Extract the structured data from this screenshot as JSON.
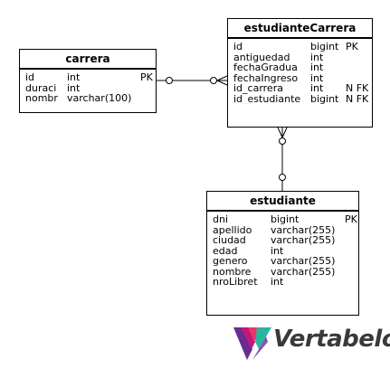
{
  "entities": {
    "carrera": {
      "title": "carrera",
      "columns": [
        {
          "name": "id",
          "type": "int",
          "key": "PK"
        },
        {
          "name": "duraci",
          "type": "int",
          "key": ""
        },
        {
          "name": "nombr",
          "type": "varchar(100)",
          "key": ""
        }
      ]
    },
    "estudianteCarrera": {
      "title": "estudianteCarrera",
      "columns": [
        {
          "name": "id",
          "type": "bigint",
          "key": "PK"
        },
        {
          "name": "antiguedad",
          "type": "int",
          "key": ""
        },
        {
          "name": "fechaGradua",
          "type": "int",
          "key": ""
        },
        {
          "name": "fechaIngreso",
          "type": "int",
          "key": ""
        },
        {
          "name": "id_carrera",
          "type": "int",
          "key": "N FK"
        },
        {
          "name": "id_estudiante",
          "type": "bigint",
          "key": "N FK"
        }
      ]
    },
    "estudiante": {
      "title": "estudiante",
      "columns": [
        {
          "name": "dni",
          "type": "bigint",
          "key": "PK"
        },
        {
          "name": "apellido",
          "type": "varchar(255)",
          "key": ""
        },
        {
          "name": "ciudad",
          "type": "varchar(255)",
          "key": ""
        },
        {
          "name": "edad",
          "type": "int",
          "key": ""
        },
        {
          "name": "genero",
          "type": "varchar(255)",
          "key": ""
        },
        {
          "name": "nombre",
          "type": "varchar(255)",
          "key": ""
        },
        {
          "name": "nroLibret",
          "type": "int",
          "key": ""
        }
      ]
    }
  },
  "logo": {
    "text": "Vertabelo",
    "colors": [
      "#6a2c91",
      "#c2187a",
      "#e8356b",
      "#2bb5a0",
      "#8a4fb0"
    ]
  }
}
